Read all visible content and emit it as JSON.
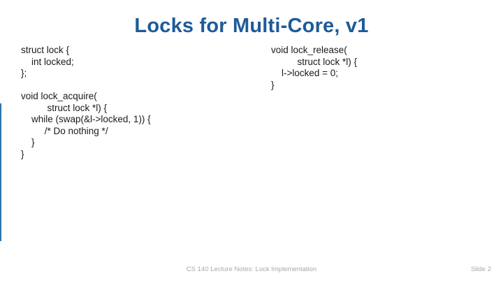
{
  "slide": {
    "title": "Locks for Multi-Core, v1",
    "colors": {
      "title": "#1D5B99",
      "accent_bar": "#2E74A8",
      "code_text": "#1a1a1a",
      "footer_text": "#A9A9A9",
      "background": "#ffffff"
    },
    "code_left": {
      "lines": [
        "struct lock {",
        "    int locked;",
        "};",
        "",
        "void lock_acquire(",
        "          struct lock *l) {",
        "    while (swap(&l->locked, 1)) {",
        "         /* Do nothing */",
        "    }",
        "}"
      ]
    },
    "code_right": {
      "lines": [
        "void lock_release(",
        "          struct lock *l) {",
        "    l->locked = 0;",
        "}"
      ]
    },
    "footer": {
      "notes": "CS 140 Lecture Notes: Lock Implementation",
      "slide_number": "Slide 2"
    }
  }
}
